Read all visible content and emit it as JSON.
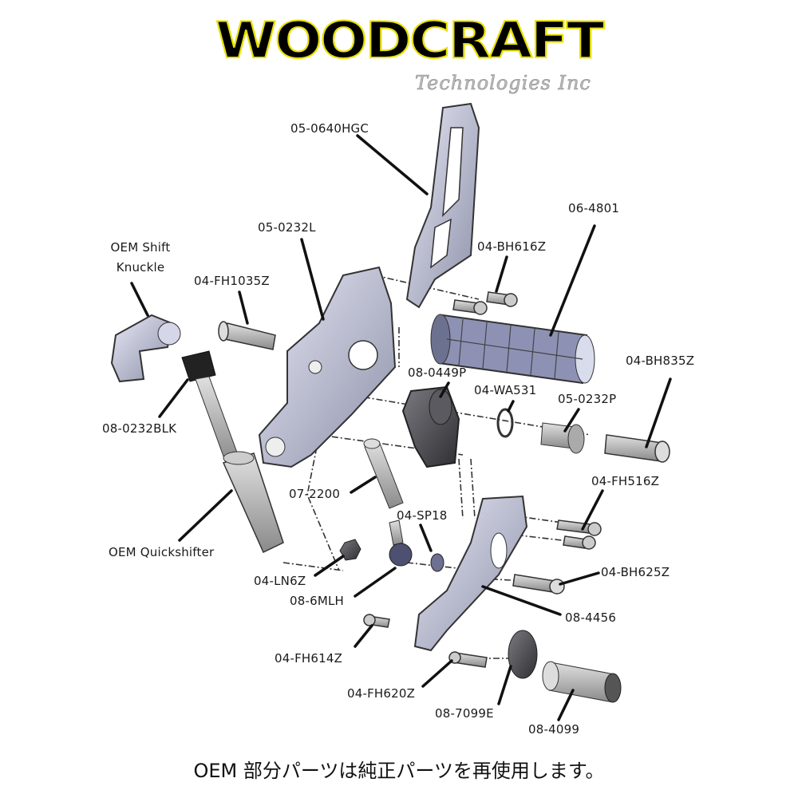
{
  "logo": {
    "brand": "WOODCRAFT",
    "subtitle": "Technologies Inc"
  },
  "labels": {
    "hanger": "05-0640HGC",
    "grip": "06-4801",
    "plate": "05-0232L",
    "bh616": "04-BH616Z",
    "knuckle_line1": "OEM Shift",
    "knuckle_line2": "Knuckle",
    "fh1035": "04-FH1035Z",
    "pivot_block": "08-0449P",
    "bh835": "04-BH835Z",
    "washer": "04-WA531",
    "pivot": "05-0232P",
    "rod_end_blk": "08-0232BLK",
    "fh516": "04-FH516Z",
    "link_rod": "07-2200",
    "spacer": "04-SP18",
    "quickshifter": "OEM Quickshifter",
    "nut": "04-LN6Z",
    "bh625": "04-BH625Z",
    "rod_end": "08-6MLH",
    "lever": "08-4456",
    "fh614": "04-FH614Z",
    "fh620": "04-FH620Z",
    "peg_mount": "08-7099E",
    "peg": "08-4099"
  },
  "caption": "OEM 部分パーツは純正パーツを再使用します。",
  "colors": {
    "part_light": "#c9cbe0",
    "part_dark": "#4a4a4f",
    "logo_outline": "#e8e000"
  }
}
